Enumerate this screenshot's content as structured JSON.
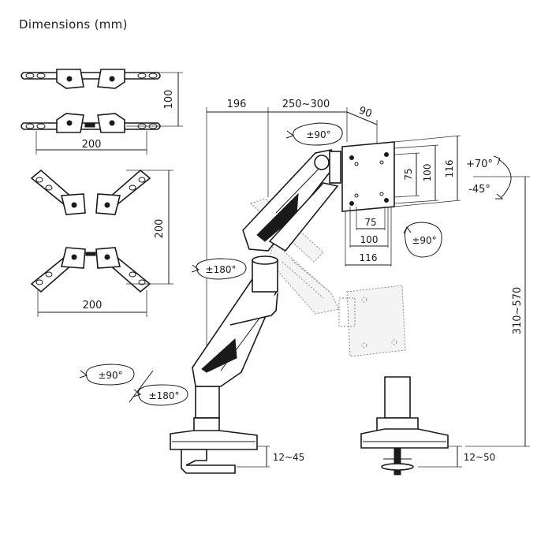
{
  "title": "Dimensions (mm)",
  "bracket_small": {
    "width": "200",
    "height": "100"
  },
  "bracket_large": {
    "width": "200",
    "height": "200"
  },
  "arm": {
    "reach_1": "196",
    "reach_2": "250~300",
    "depth": "90",
    "height_range": "310~570"
  },
  "vesa": {
    "vertical": [
      "75",
      "100",
      "116"
    ],
    "horizontal": [
      "75",
      "100",
      "116"
    ]
  },
  "rotations": {
    "top_swivel": "±90°",
    "tilt_up": "+70°",
    "tilt_down": "-45°",
    "rotate": "±90°",
    "elbow": "±180°",
    "base_swivel": "±90°",
    "base_rotate": "±180°"
  },
  "clamp": {
    "clamp_range": "12~45",
    "grommet_range": "12~50"
  }
}
